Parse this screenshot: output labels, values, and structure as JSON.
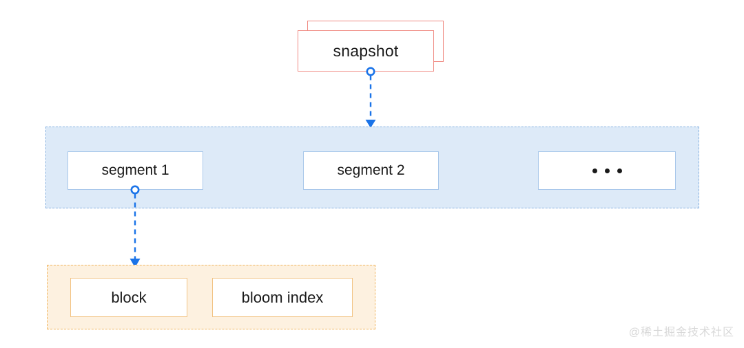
{
  "diagram": {
    "title": "snapshot segment block structure",
    "background": "#ffffff",
    "colors": {
      "snapshot_border": "#f08a82",
      "segments_container_fill": "#ddeaf8",
      "segments_container_border": "#85b0e0",
      "segment_box_border": "#a8c7ea",
      "leaf_container_fill": "#fdf1e0",
      "leaf_container_border": "#f0b35a",
      "leaf_box_border": "#f2c485",
      "connector": "#1a73e8",
      "text": "#1a1a1a",
      "watermark": "#d8d8d8"
    }
  },
  "snapshot": {
    "label": "snapshot",
    "stacked": true,
    "stack_count": 2
  },
  "segments_group": {
    "boxes": [
      {
        "label": "segment 1"
      },
      {
        "label": "segment 2"
      },
      {
        "label": "• • •",
        "is_ellipsis": true
      }
    ]
  },
  "leaf_group": {
    "boxes": [
      {
        "label": "block"
      },
      {
        "label": "bloom index"
      }
    ]
  },
  "connectors": [
    {
      "from": "snapshot",
      "to": "segments-group",
      "style": "dashed",
      "start_marker": "circle",
      "end_marker": "arrow"
    },
    {
      "from": "segment-1",
      "to": "leaf-group",
      "style": "dashed",
      "start_marker": "circle",
      "end_marker": "arrow"
    }
  ],
  "watermark": {
    "text": "@稀土掘金技术社区"
  }
}
